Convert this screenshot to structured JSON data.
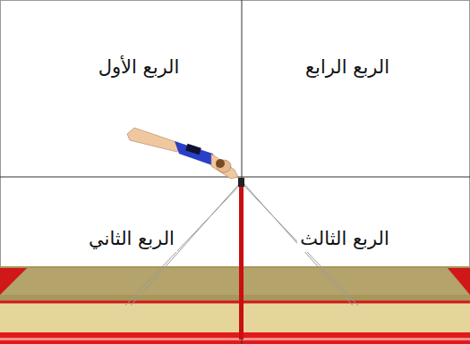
{
  "diagram": {
    "labels": [
      "الربع الأول",
      "الربع الرابع",
      "الربع الثاني",
      "الربع الثالث"
    ]
  }
}
